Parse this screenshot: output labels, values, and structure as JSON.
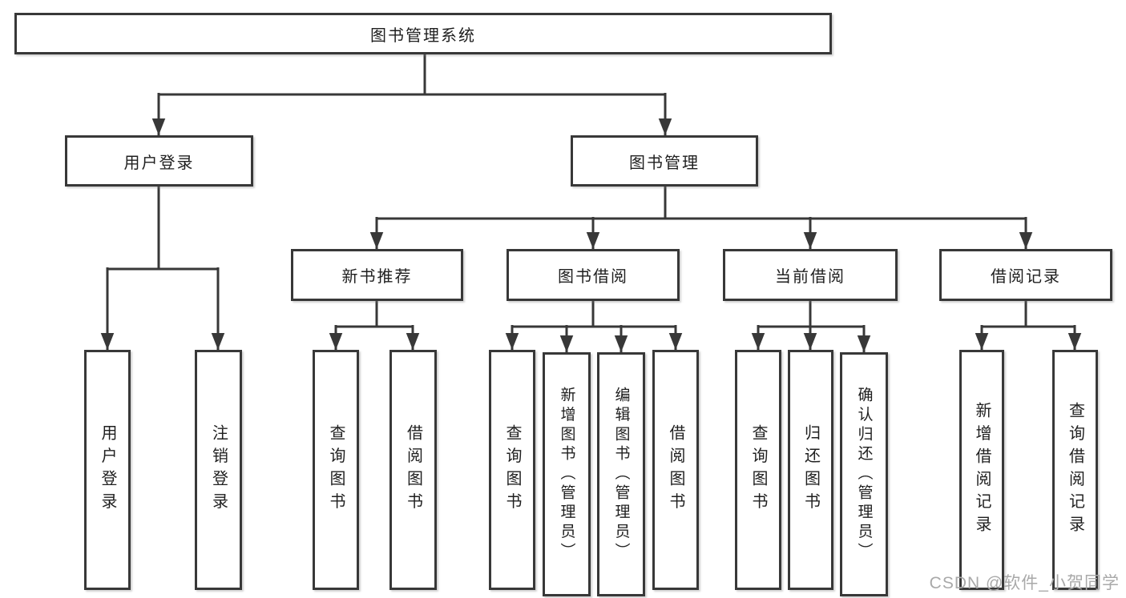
{
  "diagram": {
    "type": "hierarchy-tree",
    "orientation": "top-down"
  },
  "colors": {
    "background": "#ffffff",
    "line": "#383838",
    "box_border": "#383838",
    "text": "#1f1f1f",
    "watermark": "#a9a9a9"
  },
  "tree": {
    "label": "图书管理系统",
    "children": [
      {
        "label": "用户登录",
        "children": [
          {
            "label": "用户登录"
          },
          {
            "label": "注销登录"
          }
        ]
      },
      {
        "label": "图书管理",
        "children": [
          {
            "label": "新书推荐",
            "children": [
              {
                "label": "查询图书"
              },
              {
                "label": "借阅图书"
              }
            ]
          },
          {
            "label": "图书借阅",
            "children": [
              {
                "label": "查询图书"
              },
              {
                "label": "新增图书（管理员）"
              },
              {
                "label": "编辑图书（管理员）"
              },
              {
                "label": "借阅图书"
              }
            ]
          },
          {
            "label": "当前借阅",
            "children": [
              {
                "label": "查询图书"
              },
              {
                "label": "归还图书"
              },
              {
                "label": "确认归还（管理员）"
              }
            ]
          },
          {
            "label": "借阅记录",
            "children": [
              {
                "label": "新增借阅记录"
              },
              {
                "label": "查询借阅记录"
              }
            ]
          }
        ]
      }
    ]
  },
  "watermark": {
    "text": "CSDN @软件_小贺同学"
  }
}
